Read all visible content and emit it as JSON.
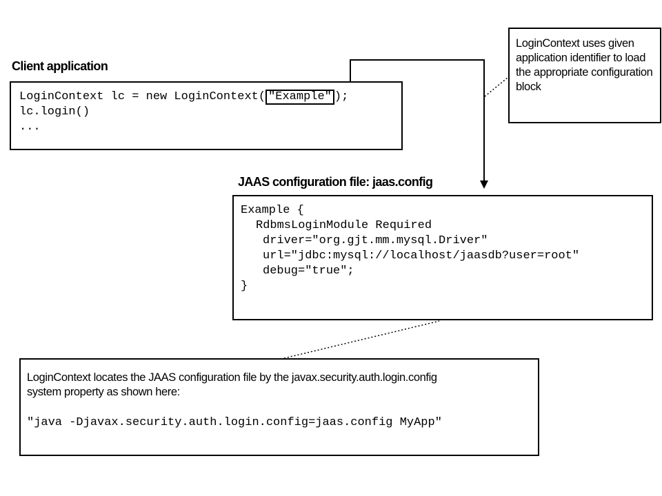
{
  "client": {
    "heading": "Client application",
    "code_line1_before": "LoginContext lc = new LoginContext(",
    "code_line1_highlight": "\"Example\"",
    "code_line1_after": ");",
    "code_line2": "lc.login()",
    "code_line3": "..."
  },
  "jaas": {
    "heading": "JAAS configuration file: jaas.config",
    "lines": [
      "Example {",
      "RdbmsLoginModule Required",
      "driver=\"org.gjt.mm.mysql.Driver\"",
      "url=\"jdbc:mysql://localhost/jaasdb?user=root\"",
      "debug=\"true\";",
      "}"
    ]
  },
  "callout_top": {
    "text": "LoginContext uses given application identifier to load the appropriate configuration block"
  },
  "callout_bottom": {
    "text_line1": "LoginContext locates the JAAS configuration file by the javax.security.auth.login.config",
    "text_line2": "system property as shown here:",
    "command": "\"java -Djavax.security.auth.login.config=jaas.config MyApp\""
  }
}
